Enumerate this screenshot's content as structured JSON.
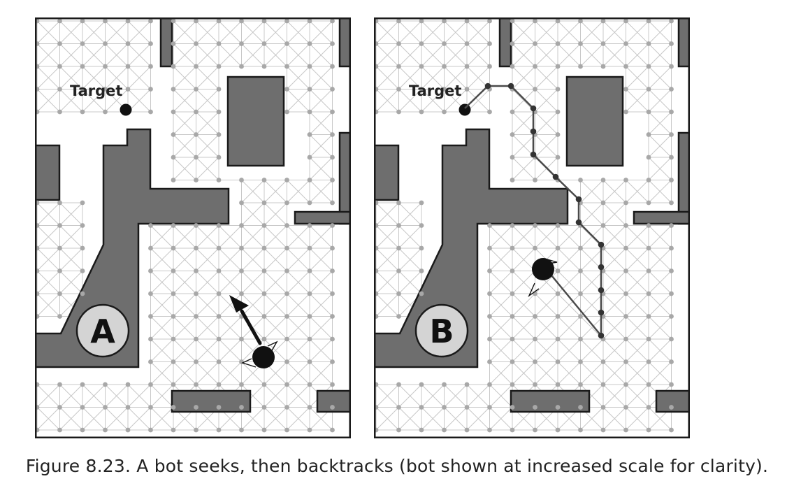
{
  "panels": [
    {
      "id": "a",
      "badge": "A",
      "target_label": "Target",
      "mode": "seek"
    },
    {
      "id": "b",
      "badge": "B",
      "target_label": "Target",
      "mode": "backtrack"
    }
  ],
  "caption": "Figure 8.23. A bot seeks, then backtracks (bot shown at increased scale for clarity).",
  "colors": {
    "wall": "#6e6e6e",
    "wall_stroke": "#1a1a1a",
    "grid": "#c8c8c8",
    "node": "#a8a8a8",
    "path": "#4a4a4a",
    "bot": "#111111",
    "badge_fill": "#d4d4d4"
  }
}
